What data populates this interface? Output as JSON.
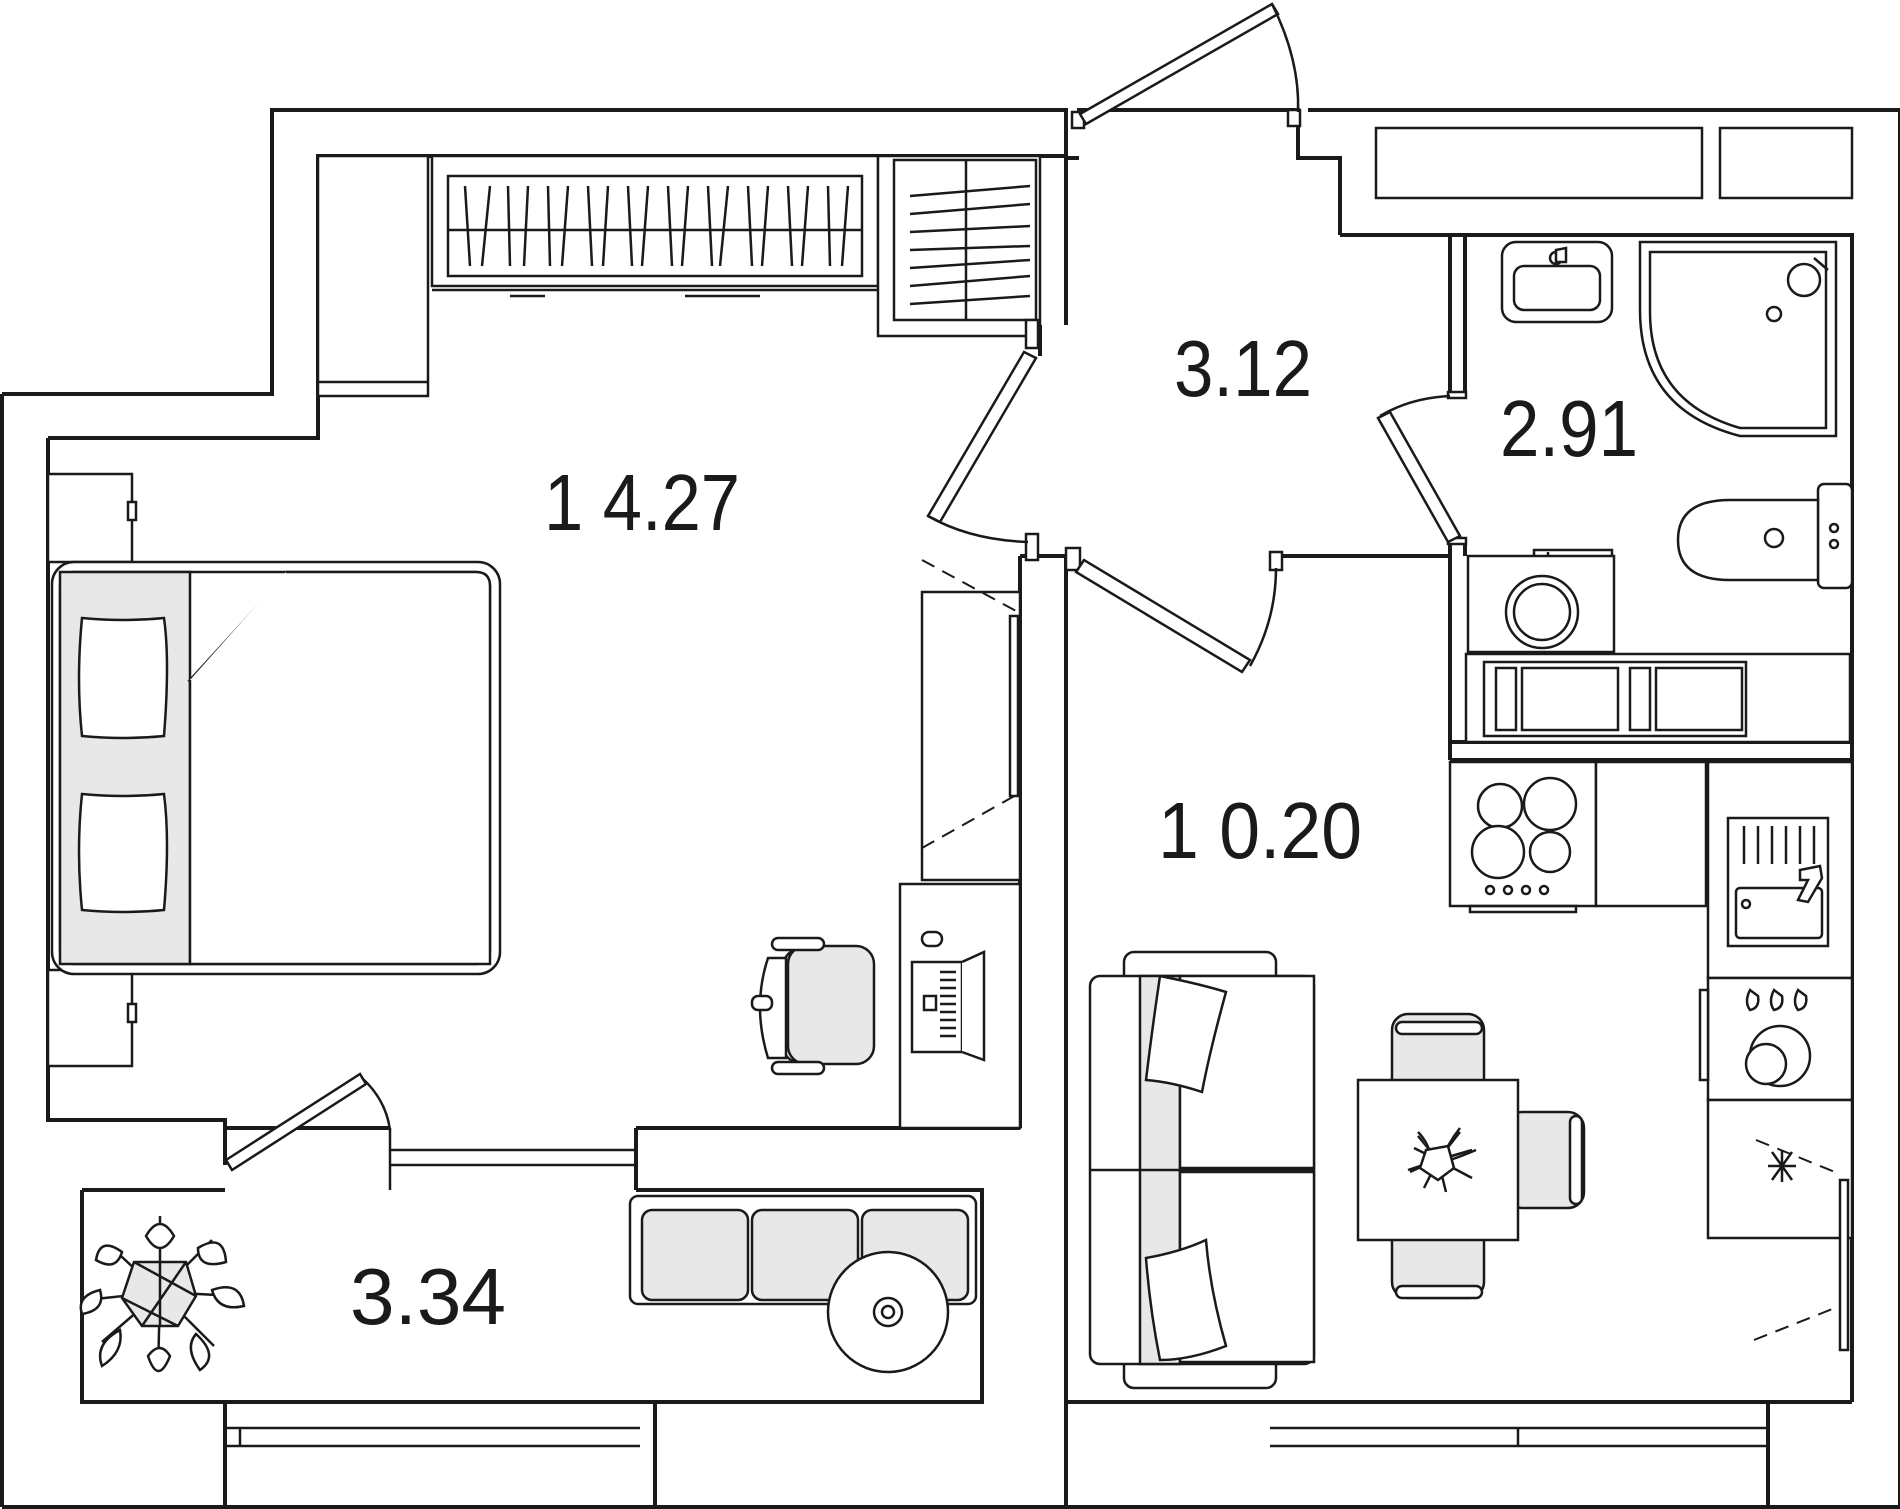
{
  "rooms": [
    {
      "id": "bedroom",
      "area": "1 4.27"
    },
    {
      "id": "hall",
      "area": "3.12"
    },
    {
      "id": "bathroom",
      "area": "2.91"
    },
    {
      "id": "kitchen-living",
      "area": "1 0.20"
    },
    {
      "id": "balcony",
      "area": "3.34"
    }
  ],
  "colors": {
    "line": "#1a1a1a",
    "furniture_fill": "#e8e8e8",
    "background": "#ffffff"
  },
  "icons": [
    "bed-icon",
    "pillow-icon",
    "desk-chair-icon",
    "laptop-icon",
    "wardrobe-icon",
    "sofa-icon",
    "dining-table-icon",
    "plant-icon",
    "washing-machine-icon",
    "toilet-icon",
    "shower-icon",
    "sink-icon",
    "stove-icon",
    "kitchen-sink-icon",
    "gas-hob-icon",
    "fridge-icon",
    "round-table-icon"
  ]
}
